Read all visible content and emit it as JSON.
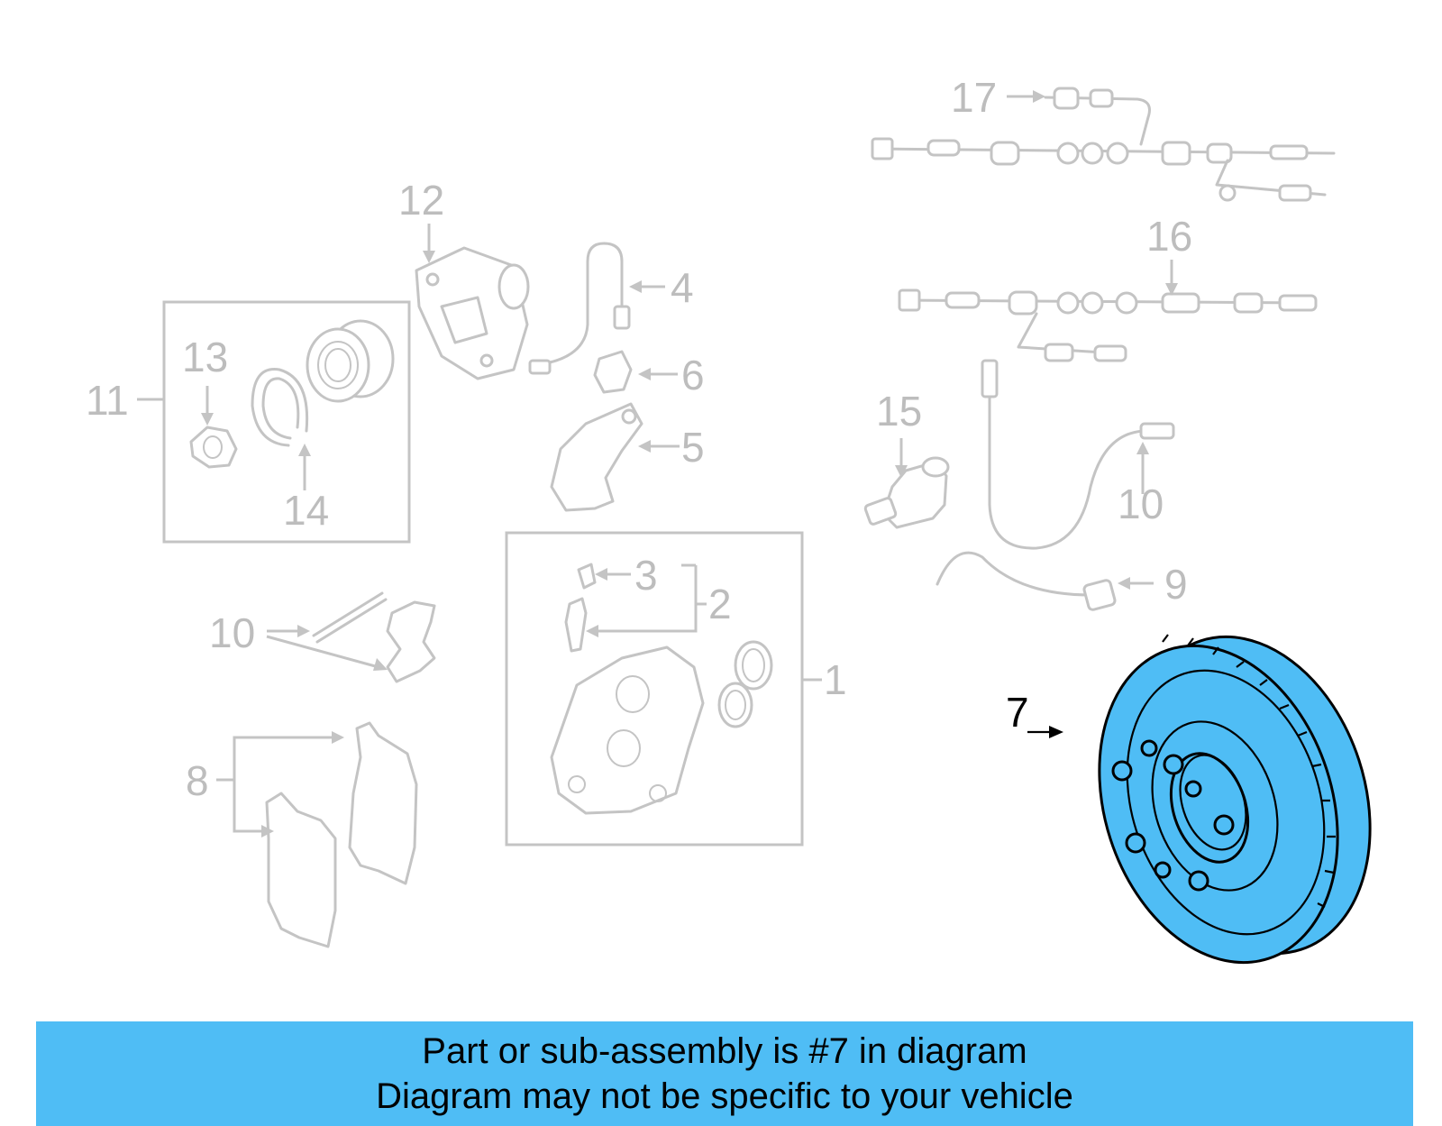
{
  "diagram": {
    "labels": {
      "p1": "1",
      "p2": "2",
      "p3": "3",
      "p4": "4",
      "p5": "5",
      "p6": "6",
      "p7": "7",
      "p8": "8",
      "p9": "9",
      "p10a": "10",
      "p10b": "10",
      "p11": "11",
      "p12": "12",
      "p13": "13",
      "p14": "14",
      "p15": "15",
      "p16": "16",
      "p17": "17"
    },
    "highlighted_part": "7",
    "colors": {
      "highlight": "#4fbdf5",
      "ghost": "#c4c4c4",
      "banner": "#4fbdf5"
    }
  },
  "banner": {
    "line1": "Part or sub-assembly is #7 in diagram",
    "line2": "Diagram may not be specific to your vehicle"
  }
}
